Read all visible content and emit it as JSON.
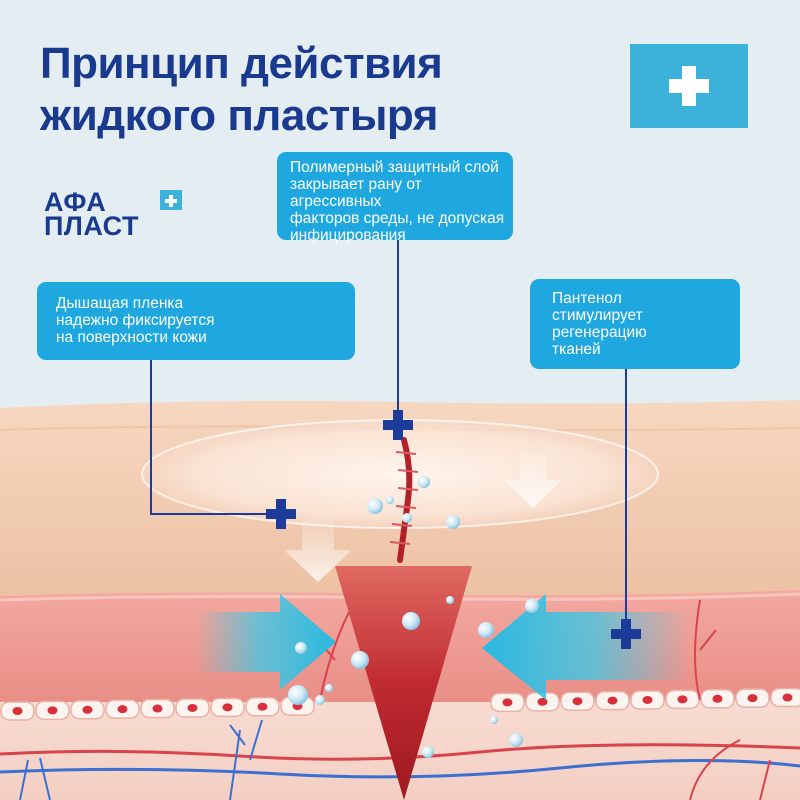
{
  "title": {
    "line1": "Принцип действия",
    "line2": "жидкого пластыря"
  },
  "brand": {
    "line1": "АФА",
    "line2": "ПЛАСТ"
  },
  "callouts": {
    "top": {
      "lines": [
        "Полимерный защитный слой",
        "закрывает рану от агрессивных",
        "факторов среды, не допуская",
        "инфицирования"
      ]
    },
    "left": {
      "lines": [
        "Дышащая пленка",
        "надежно фиксируется",
        "на поверхности кожи"
      ]
    },
    "right": {
      "lines": [
        "Пантенол",
        "стимулирует",
        "регенерацию",
        "тканей"
      ]
    }
  },
  "icons": {
    "logo_badge": "medical-cross-icon",
    "brand_badge": "medical-cross-icon",
    "markers": "plus-marker-icon"
  },
  "colors": {
    "title": "#1a3a8f",
    "callout": "#1fa8e0",
    "badge": "#3cb2da",
    "marker": "#1d3c9a",
    "skin": "#f0c6a8",
    "wound": "#b3202a",
    "arrow": "#3fc8e6",
    "vein": "#3d6fd0"
  }
}
